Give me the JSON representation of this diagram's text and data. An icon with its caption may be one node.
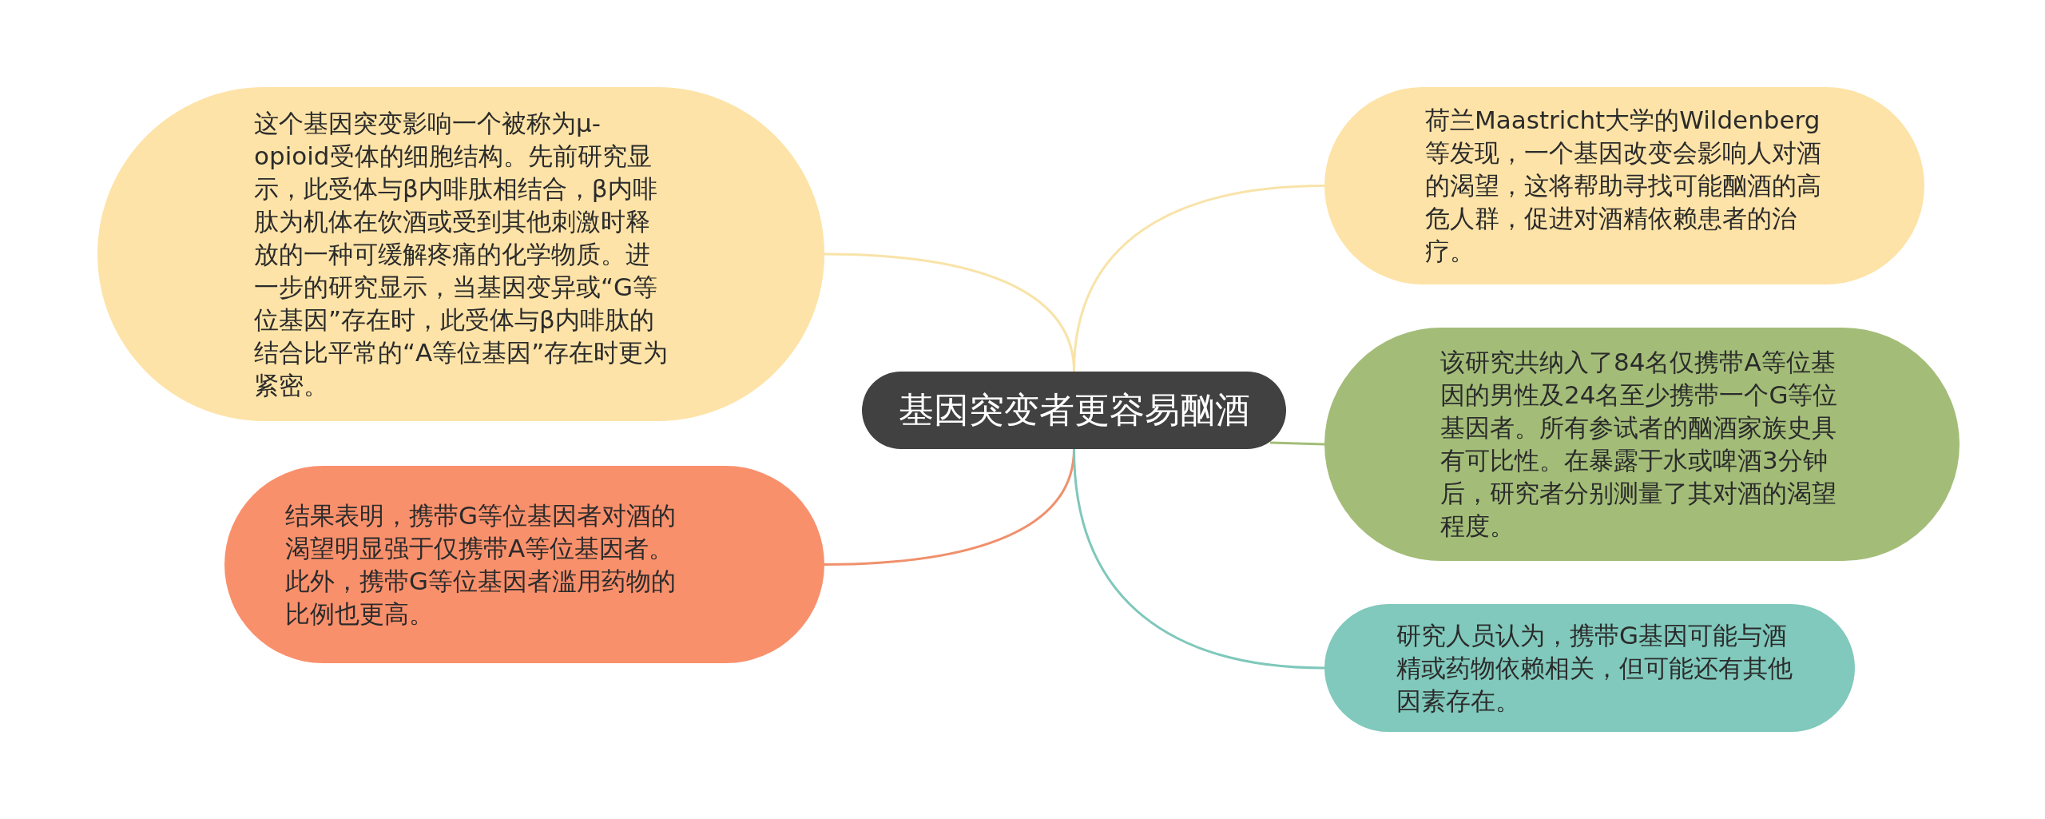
{
  "diagram": {
    "nodes": [
      {
        "text": [
          "基因突变者更容易酗酒"
        ]
      },
      {
        "text": [
          "这个基因突变影响一个被称为μ-opioid受体的细胞结构。先前研究显示，此受体与β内啡肽相结合，β内啡肽为机体在饮酒或受到其他刺激时释放的一种可缓解疼痛的化学物质。进一步的研究显示，当基因变异或“G等位基因”存在时，此受体与β内啡肽的结合比平常的“A等位基因”存在时更为紧密。"
        ]
      },
      {
        "text": [
          "结果表明，携带G等位基因者对酒的渴望明显强于仅携带A等位基因者。此外，携带G等位基因者滥用药物的比例也更高。"
        ]
      },
      {
        "text": [
          "荷兰Maastricht大学的Wildenberg等发现，一个基因改变会影响人对酒的渴望，这将帮助寻找可能酗酒的高危人群，促进对酒精依赖患者的治疗。"
        ]
      },
      {
        "text": [
          "该研究共纳入了84名仅携带A等位基因的男性及24名至少携带一个G等位基因者。所有参试者的酗酒家族史具有可比性。在暴露于水或啤酒3分钟后，研究者分别测量了其对酒的渴望程度。"
        ]
      },
      {
        "text": [
          "研究人员认为，携带G基因可能与酒精或药物依赖相关，但可能还有其他因素存在。"
        ]
      }
    ],
    "edges": [
      {
        "from": 0,
        "to": 1,
        "arrow": "none",
        "color": "#f8e3a8"
      },
      {
        "from": 0,
        "to": 2,
        "arrow": "none",
        "color": "#f0906c"
      },
      {
        "from": 0,
        "to": 3,
        "arrow": "none",
        "color": "#f8e3a8"
      },
      {
        "from": 0,
        "to": 4,
        "arrow": "none",
        "color": "#a3bd78"
      },
      {
        "from": 0,
        "to": 5,
        "arrow": "none",
        "color": "#7fc8bb"
      }
    ]
  }
}
